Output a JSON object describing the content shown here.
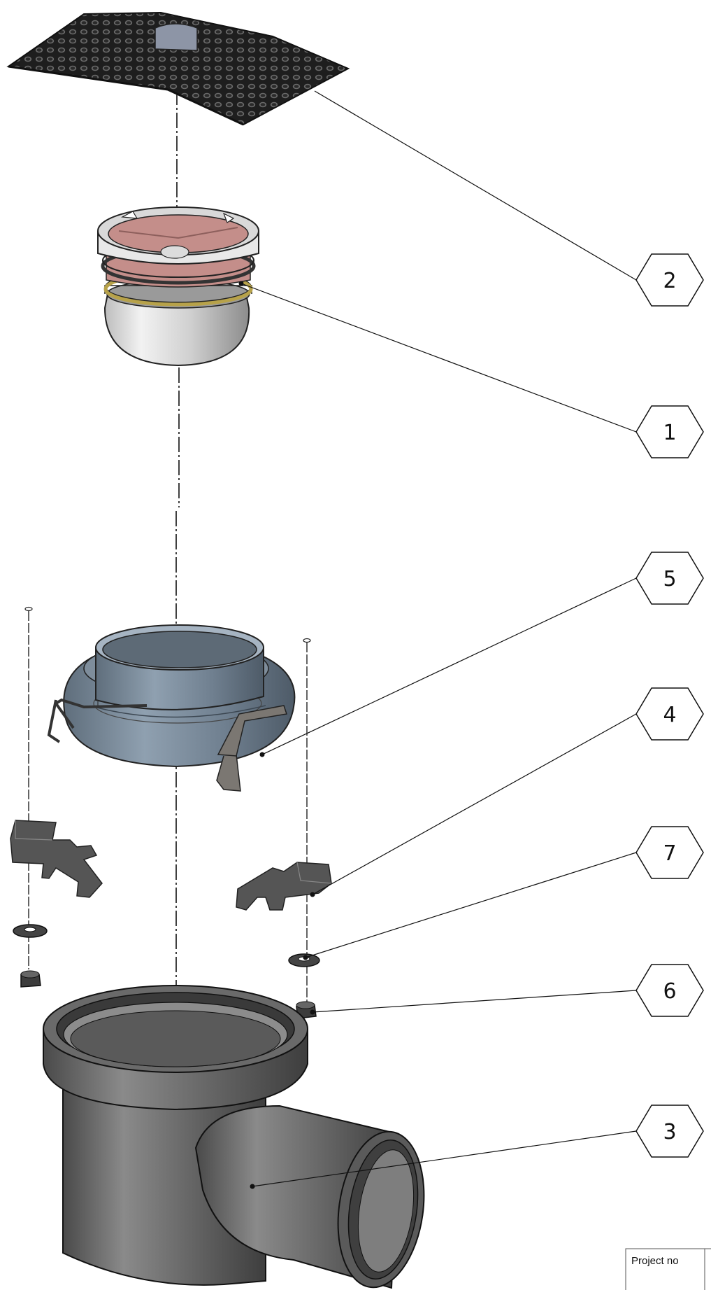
{
  "callouts": [
    {
      "id": "callout-2",
      "label": "2"
    },
    {
      "id": "callout-1",
      "label": "1"
    },
    {
      "id": "callout-5",
      "label": "5"
    },
    {
      "id": "callout-4",
      "label": "4"
    },
    {
      "id": "callout-7",
      "label": "7"
    },
    {
      "id": "callout-6",
      "label": "6"
    },
    {
      "id": "callout-3",
      "label": "3"
    }
  ],
  "title_block": {
    "project_no_label": "Project no"
  },
  "colors": {
    "grate": "#2b2b2b",
    "strainer_rim": "#d9d9d9",
    "strainer_inner": "#c48e8a",
    "gasket": "#b7a24a",
    "collar": "#6f7f8f",
    "clamp_strap": "#7b7772",
    "bracket": "#555555",
    "body": "#5a5a5a",
    "line": "#111111"
  }
}
